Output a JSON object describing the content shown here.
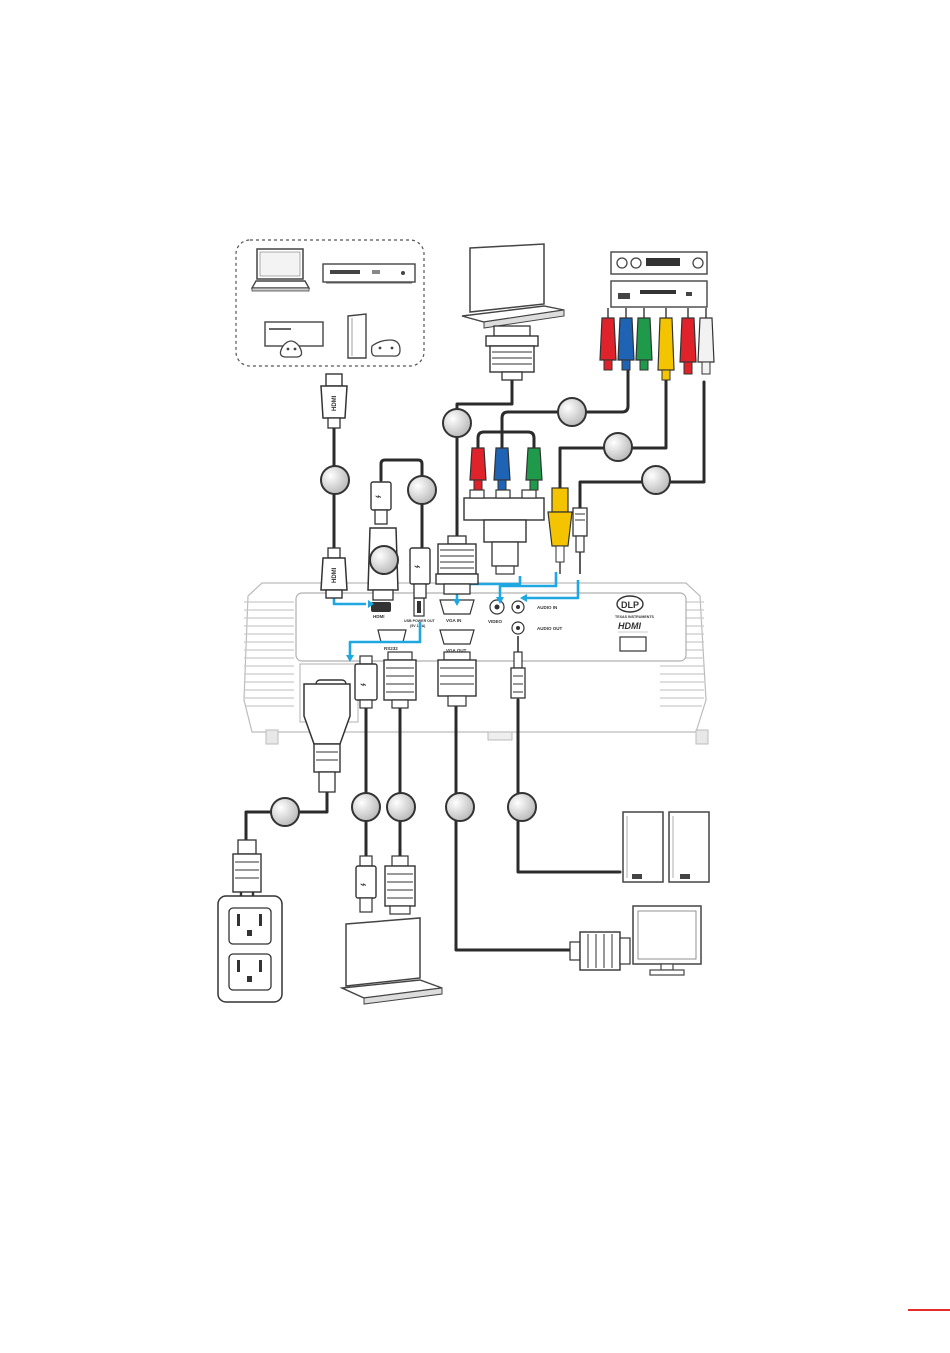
{
  "colors": {
    "cable": "#2b2b2b",
    "signal_arrow": "#1ea7e1",
    "rca_red": "#e0232b",
    "rca_blue": "#1e63b4",
    "rca_green": "#1f9a4a",
    "rca_yellow": "#f4c400",
    "rca_white": "#f2f2f2",
    "footer_accent": "#e62b2b"
  },
  "port_labels": {
    "hdmi": "HDMI",
    "usb_power_out": "USB POWER OUT",
    "usb_power_out_sub": "(5V 1.5A)",
    "vga_in": "VGA IN",
    "video": "VIDEO",
    "audio_in": "AUDIO IN",
    "audio_out": "AUDIO OUT",
    "rs232": "RS232",
    "vga_out": "VGA OUT"
  },
  "logos": {
    "dlp": "DLP",
    "dlp_sub": "TEXAS INSTRUMENTS",
    "hdmi": "HDMI"
  },
  "icons": {
    "hdmi_sources": [
      "laptop-icon",
      "dvd-player-icon",
      "xbox-console-icon",
      "playstation-console-icon"
    ],
    "vga_source": "laptop-icon",
    "av_sources": [
      "vcr-icon",
      "dvd-player-icon"
    ],
    "power": "wall-outlet-icon",
    "usb_host": "laptop-icon",
    "monitor": "monitor-icon",
    "speakers": "speakers-icon"
  }
}
